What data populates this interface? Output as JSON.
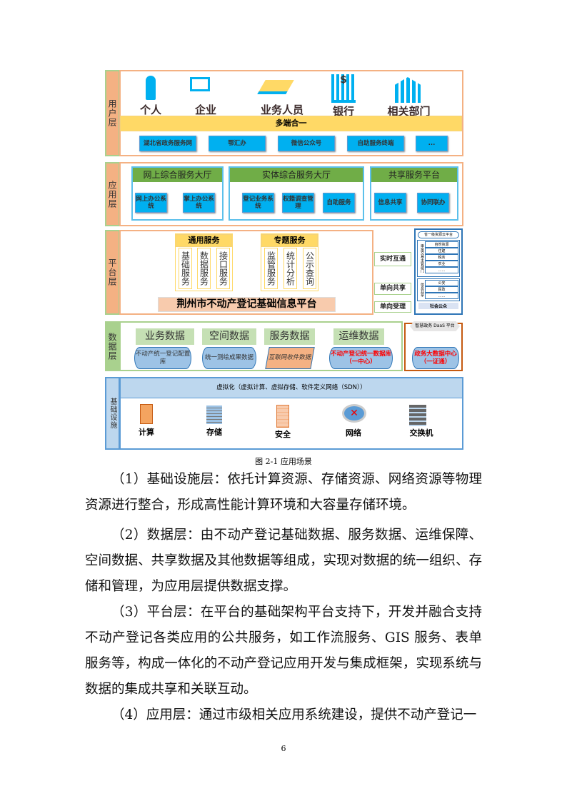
{
  "diagram": {
    "user_layer": {
      "label": "用户层",
      "users": [
        "个人",
        "企业",
        "业务人员",
        "银行",
        "相关部门"
      ],
      "bar": "多端合一",
      "channels": [
        "湖北省政务服务网",
        "鄂汇办",
        "微信公众号",
        "自助服务终端",
        "..."
      ]
    },
    "app_layer": {
      "label": "应用层",
      "panels": [
        {
          "title": "网上综合服务大厅",
          "items": [
            "网上办公系统",
            "掌上办公系统"
          ]
        },
        {
          "title": "实体综合服务大厅",
          "items": [
            "登记业务系统",
            "权籍调查管理",
            "自助服务"
          ]
        },
        {
          "title": "共享服务平台",
          "items": [
            "信息共享",
            "协同联办"
          ]
        }
      ]
    },
    "platform_layer": {
      "label": "平台层",
      "general": {
        "title": "通用服务",
        "items": [
          "基础服务",
          "数据服务",
          "接口服务"
        ]
      },
      "special": {
        "title": "专题服务",
        "items": [
          "监管服务",
          "统计分析",
          "公示查询"
        ]
      },
      "platform_name": "荆州市不动产登记基础信息平台",
      "links": [
        "实时互通",
        "单向共享",
        "单向受理"
      ],
      "right": {
        "title": "省一级资源云平台",
        "group1_label": "审批交易主管部门",
        "group1": [
          "自然资源",
          "住建",
          "税务",
          "农业",
          "......"
        ],
        "group2_label": "信息共享",
        "group2": [
          "公安",
          "民政",
          "......"
        ],
        "public": "社会公众"
      }
    },
    "data_layer": {
      "label": "数据层",
      "categories": [
        "业务数据",
        "空间数据",
        "服务数据",
        "运维数据"
      ],
      "stores": [
        "不动产统一登记配置库",
        "统一测绘成果数据",
        "互联网收件数据",
        "不动产登记统一数据库（一中心）"
      ],
      "daas_title": "智慧政务 DaaS 平台",
      "daas_store": "政务大数据中心（一证通）"
    },
    "infra_layer": {
      "label": "基础设施",
      "virtualization": "虚拟化（虚拟计算、虚拟存储、软件定义网络（SDN））",
      "items": [
        "计算",
        "存储",
        "安全",
        "网络",
        "交换机"
      ]
    }
  },
  "caption": "图 2-1 应用场景",
  "paragraphs": [
    "（1）基础设施层：依托计算资源、存储资源、网络资源等物理资源进行整合，形成高性能计算环境和大容量存储环境。",
    "（2）数据层：由不动产登记基础数据、服务数据、运维保障、空间数据、共享数据及其他数据等组成，实现对数据的统一组织、存储和管理，为应用层提供数据支撑。",
    "（3）平台层：在平台的基础架构平台支持下，开发并融合支持不动产登记各类应用的公共服务，如工作流服务、GIS 服务、表单服务等，构成一体化的不动产登记应用开发与集成框架，实现系统与数据的集成共享和关联互动。",
    "（4）应用层：通过市级相关应用系统建设，提供不动产登记一"
  ],
  "page_number": "6"
}
